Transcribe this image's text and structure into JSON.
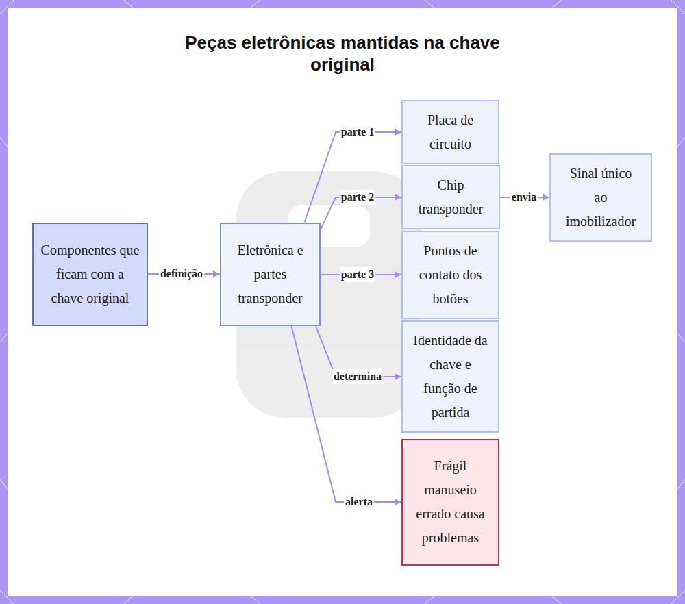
{
  "diagram": {
    "title": "Peças eletrônicas mantidas na chave original",
    "nodes": [
      {
        "text": [
          "Componentes que ficam com a chave original"
        ]
      },
      {
        "text": [
          "Eletrônica e partes transponder"
        ]
      },
      {
        "text": [
          "Placa de circuito"
        ]
      },
      {
        "text": [
          "Chip transponder"
        ]
      },
      {
        "text": [
          "Sinal único ao imobilizador"
        ]
      },
      {
        "text": [
          "Pontos de contato dos botões"
        ]
      },
      {
        "text": [
          "Identidade da chave e função de partida"
        ]
      },
      {
        "text": [
          "Frágil manuseio errado causa problemas"
        ]
      }
    ],
    "edges": [
      {
        "from": 0,
        "to": 1,
        "label": "definição",
        "arrow": "to"
      },
      {
        "from": 1,
        "to": 2,
        "label": "parte 1",
        "arrow": "to"
      },
      {
        "from": 1,
        "to": 3,
        "label": "parte 2",
        "arrow": "to"
      },
      {
        "from": 3,
        "to": 4,
        "label": "envia",
        "arrow": "to"
      },
      {
        "from": 1,
        "to": 5,
        "label": "parte 3",
        "arrow": "to"
      },
      {
        "from": 1,
        "to": 6,
        "label": "determina",
        "arrow": "to"
      },
      {
        "from": 1,
        "to": 7,
        "label": "alerta",
        "arrow": "to"
      }
    ]
  }
}
